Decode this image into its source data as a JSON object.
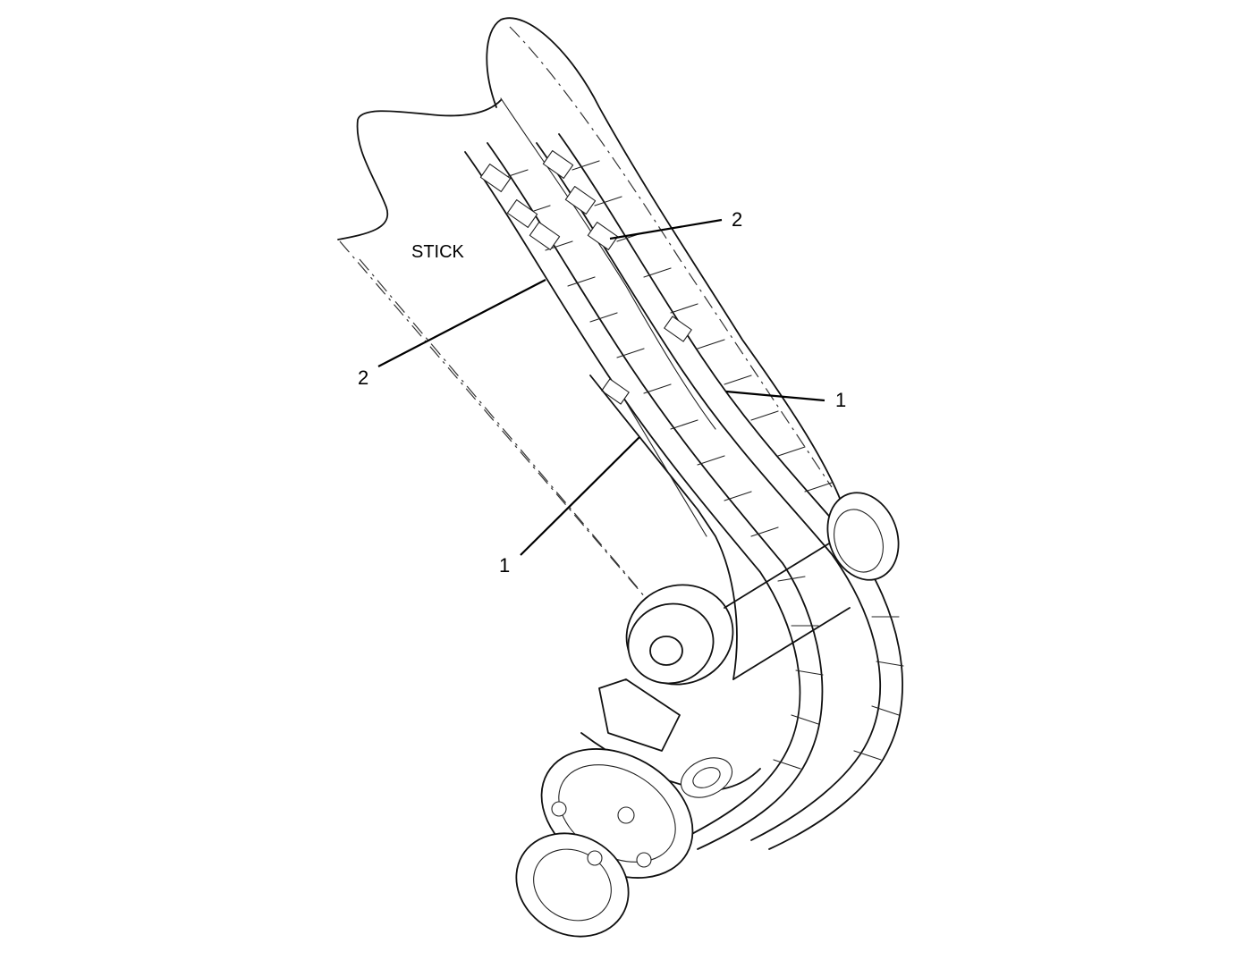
{
  "labels": {
    "stick": "STICK"
  },
  "callouts": [
    {
      "number": "2"
    },
    {
      "number": "2"
    },
    {
      "number": "1"
    },
    {
      "number": "1"
    }
  ]
}
